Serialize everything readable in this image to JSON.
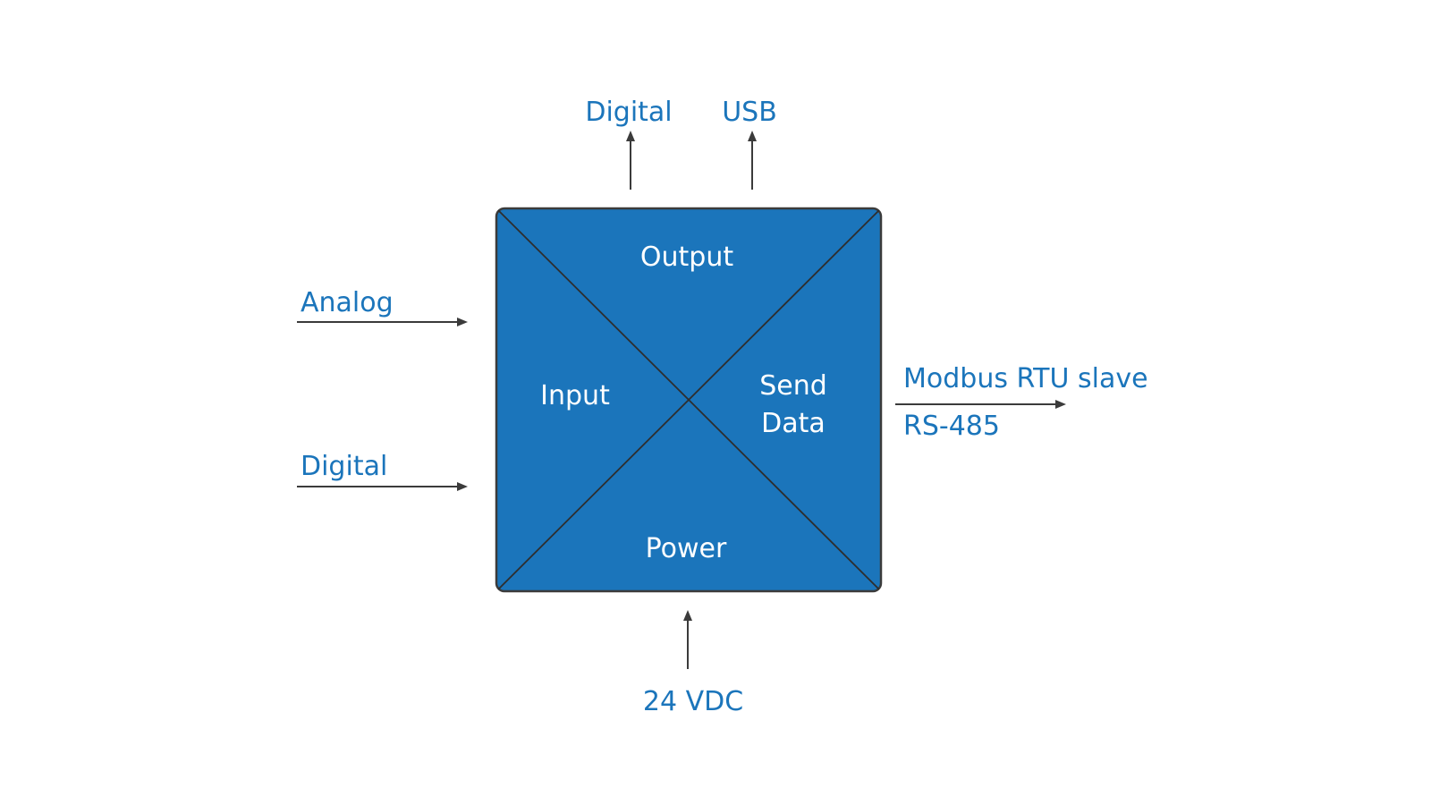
{
  "colors": {
    "box_fill": "#1b75bb",
    "box_border": "#3b3b3b",
    "label_blue": "#1b75bb",
    "inner_text": "#ffffff",
    "arrow": "#3b3b3b",
    "background": "#ffffff"
  },
  "box": {
    "top_label": "Output",
    "left_label": "Input",
    "right_label_line1": "Send",
    "right_label_line2": "Data",
    "bottom_label": "Power"
  },
  "inputs": {
    "analog": "Analog",
    "digital": "Digital"
  },
  "outputs": {
    "digital": "Digital",
    "usb": "USB"
  },
  "communication": {
    "protocol": "Modbus RTU slave",
    "interface": "RS-485"
  },
  "power": {
    "supply": "24 VDC"
  }
}
